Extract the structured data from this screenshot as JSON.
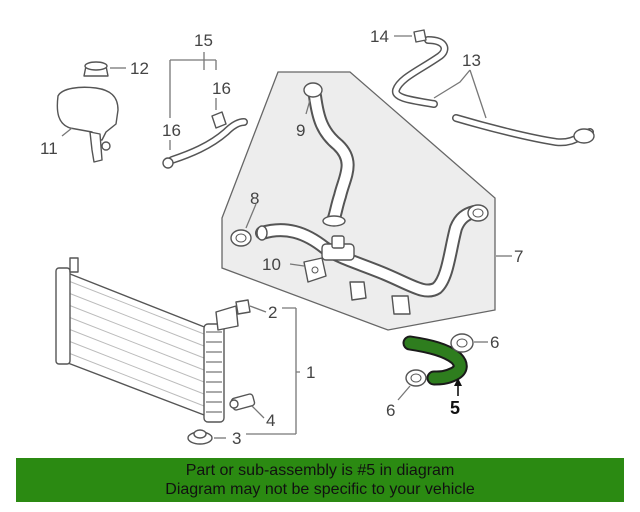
{
  "callouts": {
    "c1": "1",
    "c2": "2",
    "c3": "3",
    "c4": "4",
    "c5": "5",
    "c6a": "6",
    "c6b": "6",
    "c7": "7",
    "c8": "8",
    "c9": "9",
    "c10": "10",
    "c11": "11",
    "c12": "12",
    "c13": "13",
    "c14": "14",
    "c15": "15",
    "c16a": "16",
    "c16b": "16"
  },
  "banner": {
    "line1": "Part or sub-assembly is #5 in diagram",
    "line2": "Diagram may not be specific to your vehicle"
  },
  "colors": {
    "highlight": "#2e7d1e",
    "banner_bg": "#2b8a12",
    "line": "#555555"
  }
}
